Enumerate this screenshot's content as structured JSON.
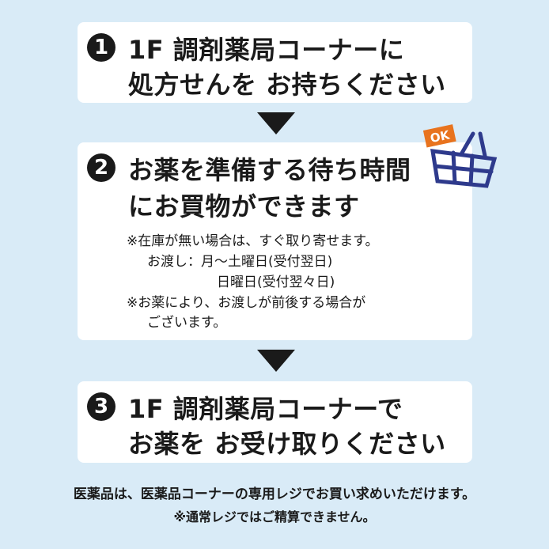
{
  "steps": [
    {
      "number": "1",
      "lines": [
        "1F  調剤薬局コーナーに",
        "処方せんを お持ちください"
      ]
    },
    {
      "number": "2",
      "lines": [
        "お薬を準備する待ち時間",
        "にお買物ができます"
      ],
      "notes": [
        "※在庫が無い場合は、すぐ取り寄せます。",
        "お渡し：月～土曜日(受付翌日)",
        "日曜日(受付翌々日)",
        "※お薬により、お渡しが前後する場合が",
        "ございます。"
      ]
    },
    {
      "number": "3",
      "lines": [
        "1F  調剤薬局コーナーで",
        "お薬を  お受け取りください"
      ]
    }
  ],
  "basket_badge": "OK",
  "footer": [
    "医薬品は、医薬品コーナーの専用レジでお買い求めいただけます。",
    "※通常レジではご精算できません。"
  ],
  "colors": {
    "background": "#d9ebf7",
    "basket": "#2e3a8c",
    "badge": "#e8731e"
  }
}
